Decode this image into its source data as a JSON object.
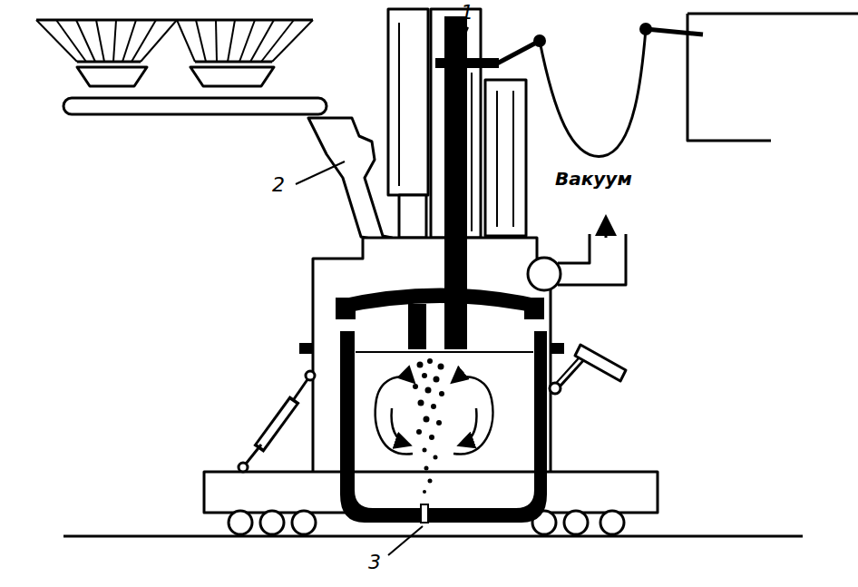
{
  "diagram": {
    "labels": [
      "1",
      "2",
      "Вакуум",
      "3"
    ]
  }
}
